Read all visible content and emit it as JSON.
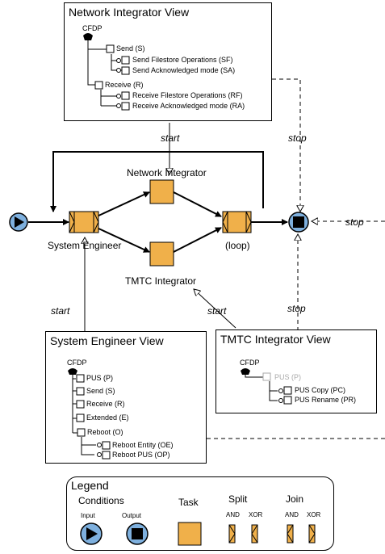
{
  "colors": {
    "task": "#f0b04a",
    "condition": "#7eb0de"
  },
  "network_view": {
    "title": "Network Integrator View",
    "root": "CFDP",
    "items": [
      "Send (S)",
      "Send Filestore Operations (SF)",
      "Send Acknowledged mode (SA)",
      "Receive (R)",
      "Receive Filestore Operations (RF)",
      "Receive Acknowledged mode (RA)"
    ]
  },
  "sysengineer_view": {
    "title": "System Engineer View",
    "root": "CFDP",
    "items": [
      "PUS (P)",
      "Send (S)",
      "Receive (R)",
      "Extended (E)",
      "Reboot (O)",
      "Reboot Entity (OE)",
      "Reboot PUS (OP)"
    ]
  },
  "tmtc_view": {
    "title": "TMTC Integrator View",
    "root": "CFDP",
    "items": [
      "PUS (P)",
      "PUS Copy (PC)",
      "PUS Rename (PR)"
    ]
  },
  "workflow": {
    "network_integrator": "Network Integrator",
    "system_engineer": "System Engineer",
    "tmtc_integrator": "TMTC Integrator",
    "loop": "(loop)",
    "start": "start",
    "stop": "stop"
  },
  "legend": {
    "title": "Legend",
    "conditions": "Conditions",
    "input": "Input",
    "output": "Output",
    "task": "Task",
    "split": "Split",
    "join": "Join",
    "and": "AND",
    "xor": "XOR"
  }
}
